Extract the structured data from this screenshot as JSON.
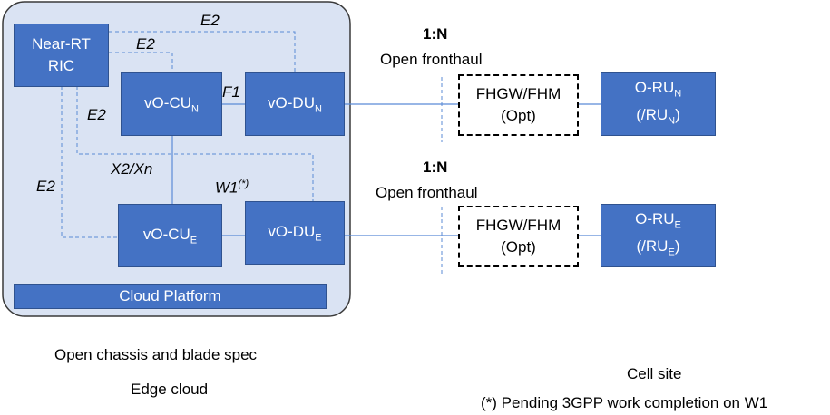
{
  "cloud": {
    "ric": {
      "line1": "Near-RT",
      "line2": "RIC"
    },
    "cu_n": {
      "base": "vO-CU",
      "sub": "N"
    },
    "du_n": {
      "base": "vO-DU",
      "sub": "N"
    },
    "cu_e": {
      "base": "vO-CU",
      "sub": "E"
    },
    "du_e": {
      "base": "vO-DU",
      "sub": "E"
    },
    "platform": "Cloud Platform"
  },
  "interfaces": {
    "e2_top": "E2",
    "e2_mid": "E2",
    "e2_left": "E2",
    "e2_low": "E2",
    "f1": "F1",
    "x2": "X2/Xn",
    "w1": "W1",
    "w1_sup": "(*)"
  },
  "fronthaul": {
    "top_ratio": "1:N",
    "top_label": "Open fronthaul",
    "bottom_ratio": "1:N",
    "bottom_label": "Open fronthaul",
    "box_top": {
      "line1": "FHGW/FHM",
      "line2": "(Opt)"
    },
    "box_bottom": {
      "line1": "FHGW/FHM",
      "line2": "(Opt)"
    }
  },
  "radio": {
    "ru_n": {
      "base": "O-RU",
      "sub": "N",
      "paren_open": "(/RU",
      "paren_close": ")"
    },
    "ru_e": {
      "base": "O-RU",
      "sub": "E",
      "paren_open": "(/RU",
      "paren_close": ")"
    }
  },
  "captions": {
    "chassis": "Open chassis and blade spec",
    "edge": "Edge cloud",
    "cell": "Cell site",
    "note": "(*) Pending 3GPP work completion on W1"
  },
  "colors": {
    "node": "#4472C4",
    "cloud_bg": "#DAE3F3",
    "cloud_border": "#3A3A3A",
    "link": "#5B8BD6"
  }
}
